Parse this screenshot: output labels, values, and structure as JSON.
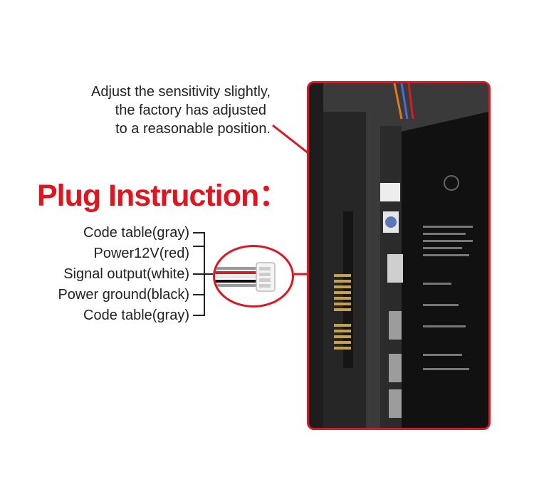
{
  "annotation": {
    "lines": [
      "Adjust the sensitivity slightly,",
      "the factory has adjusted",
      "to a reasonable position."
    ]
  },
  "heading": {
    "text": "Plug Instruction："
  },
  "pins": [
    {
      "label": "Code table(gray)",
      "color": "#9a9a9a"
    },
    {
      "label": "Power12V(red)",
      "color": "#d22020"
    },
    {
      "label": "Signal output(white)",
      "color": "#f2f2f2"
    },
    {
      "label": "Power ground(black)",
      "color": "#111111"
    },
    {
      "label": "Code table(gray)",
      "color": "#9a9a9a"
    }
  ],
  "colors": {
    "accent": "#e1141f"
  },
  "icons": {
    "plug": "connector-plug-icon",
    "device": "coin-acceptor-photo"
  }
}
